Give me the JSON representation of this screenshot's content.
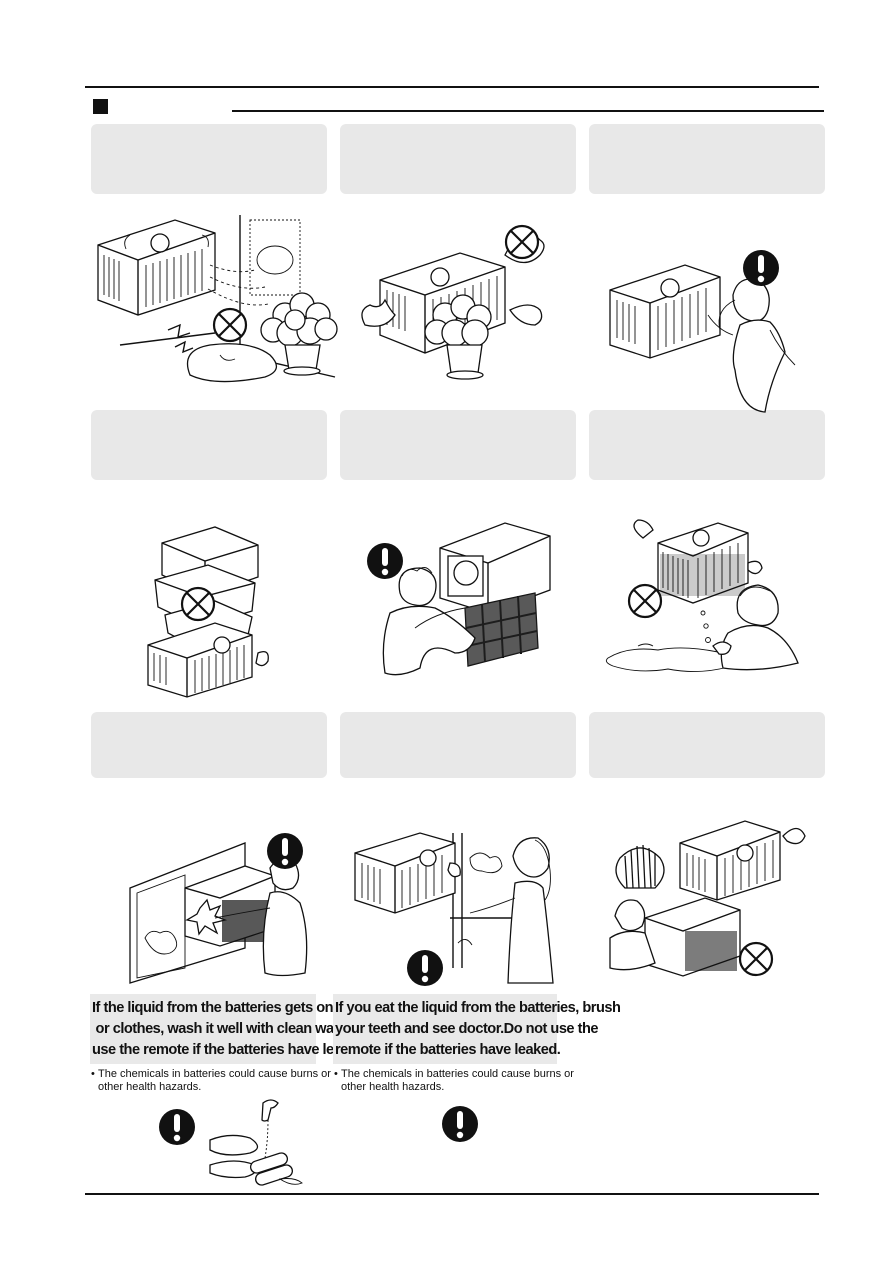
{
  "notes": {
    "battery_skin": {
      "warning": [
        "If the liquid from the batteries gets onto your skin",
        " or clothes, wash it well with clean water. Do not",
        "use the remote if the batteries have leaked."
      ],
      "bullet": "•",
      "detail": [
        "The chemicals in batteries could cause burns or",
        "other health hazards."
      ]
    },
    "battery_eat": {
      "warning": [
        "If you eat the liquid from the batteries, brush",
        "your teeth and see doctor.Do not use the",
        "remote if the batteries have leaked."
      ],
      "bullet": "•",
      "detail": [
        "The chemicals in batteries could cause burns or",
        "other health hazards."
      ]
    }
  },
  "symbols": {
    "prohibited": "prohibited-icon",
    "mandatory": "exclamation-icon"
  },
  "colors": {
    "text_box": "#e8e8e8",
    "ink": "#111111"
  }
}
